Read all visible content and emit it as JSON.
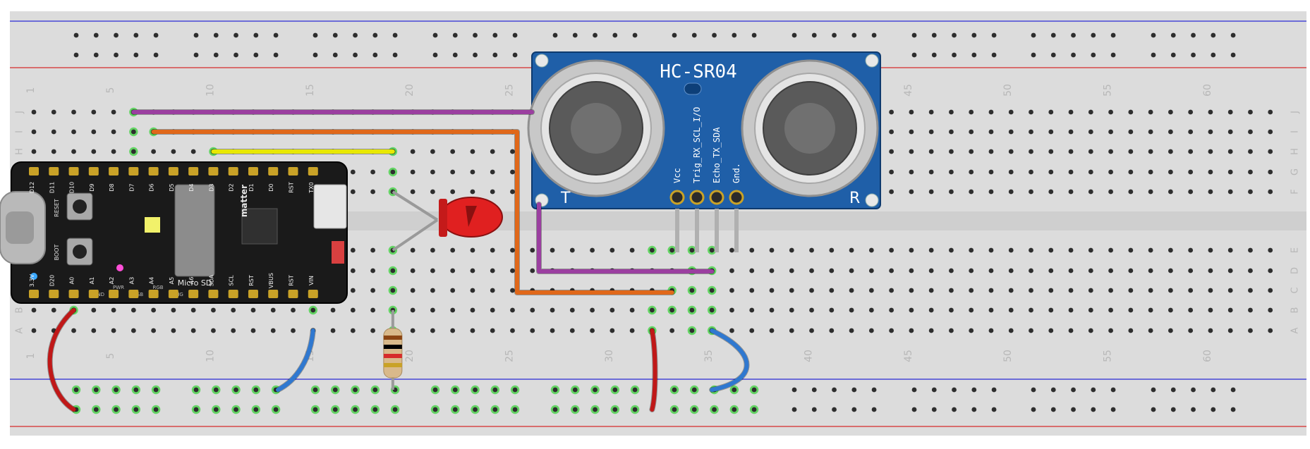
{
  "breadboard": {
    "column_labels": [
      "1",
      "5",
      "10",
      "15",
      "20",
      "25",
      "30",
      "35",
      "40",
      "45",
      "50",
      "55",
      "60"
    ],
    "column_numbers": [
      1,
      5,
      10,
      15,
      20,
      25,
      30,
      35,
      40,
      45,
      50,
      55,
      60
    ],
    "top_row_labels": [
      "J",
      "I",
      "H",
      "G",
      "F"
    ],
    "bottom_row_labels": [
      "E",
      "D",
      "C",
      "B",
      "A"
    ],
    "colors": {
      "board": "#dcdcdc",
      "rail_blue": "#2b2bd6",
      "rail_red": "#d62b2b",
      "hole": "#2e2e2e",
      "hole_active": "#3cd23c",
      "label": "#b7b7b7"
    }
  },
  "sensor": {
    "model": "HC-SR04",
    "left_label": "T",
    "right_label": "R",
    "pins": [
      "Vcc",
      "Trig_RX_SCL_I/O",
      "Echo_TX_SDA",
      "Gnd."
    ],
    "color": "#1f5fa8"
  },
  "microcontroller": {
    "brand": "matter",
    "sd_label": "Micro SD",
    "top_pins": [
      "D12",
      "D11",
      "D10",
      "D9",
      "D8",
      "D7",
      "D6",
      "D5",
      "D4",
      "D3",
      "D2",
      "D1",
      "D0",
      "RST",
      "TX0"
    ],
    "bottom_pins": [
      "3.3V",
      "D20",
      "A0",
      "A1",
      "A2",
      "A3",
      "A4",
      "A5",
      "A6",
      "SDA",
      "SCL",
      "RST",
      "VBUS",
      "RST",
      "VIN"
    ],
    "buttons": [
      "RESET",
      "BOOT"
    ],
    "side_labels": [
      "GND",
      "PWR",
      "USB",
      "RGB",
      "CHG"
    ],
    "color": "#1a1a1a"
  },
  "components": {
    "led": {
      "color": "#e02020"
    },
    "resistor": {
      "body_color": "#d9b98a",
      "bands": [
        "#8b4513",
        "#000000",
        "#d62b2b",
        "#c9a227"
      ]
    }
  },
  "wires": {
    "purple": "#9b3fa0",
    "orange": "#e0681a",
    "yellow": "#e8e800",
    "red": "#c01818",
    "blue": "#2f78d0"
  }
}
